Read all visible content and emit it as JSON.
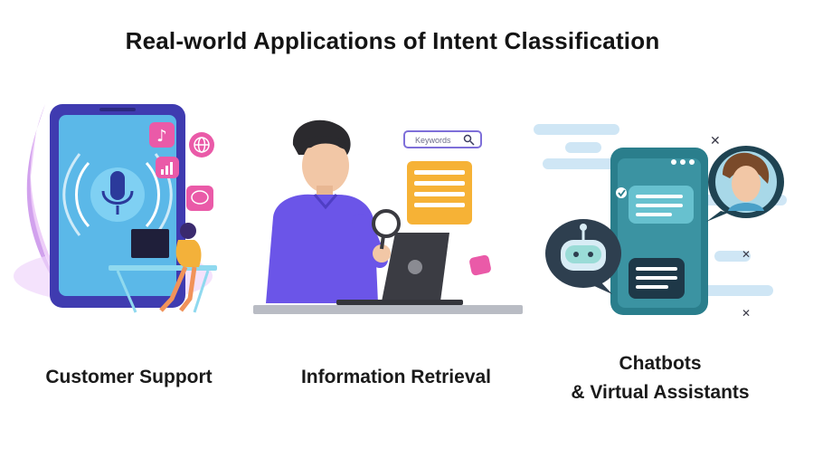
{
  "title": "Real-world Applications of Intent Classification",
  "applications": [
    {
      "label": "Customer Support"
    },
    {
      "label": "Information Retrieval"
    },
    {
      "label_line1": "Chatbots",
      "label_line2": "& Virtual Assistants"
    }
  ],
  "search_bar": {
    "text": "Keywords"
  },
  "colors": {
    "purple": "#c77de6",
    "tablet_blue": "#5bb8e8",
    "shirt_blue": "#6b55e8",
    "orange": "#f6b236",
    "teal": "#2a7e8c",
    "pink": "#e85aa0"
  }
}
